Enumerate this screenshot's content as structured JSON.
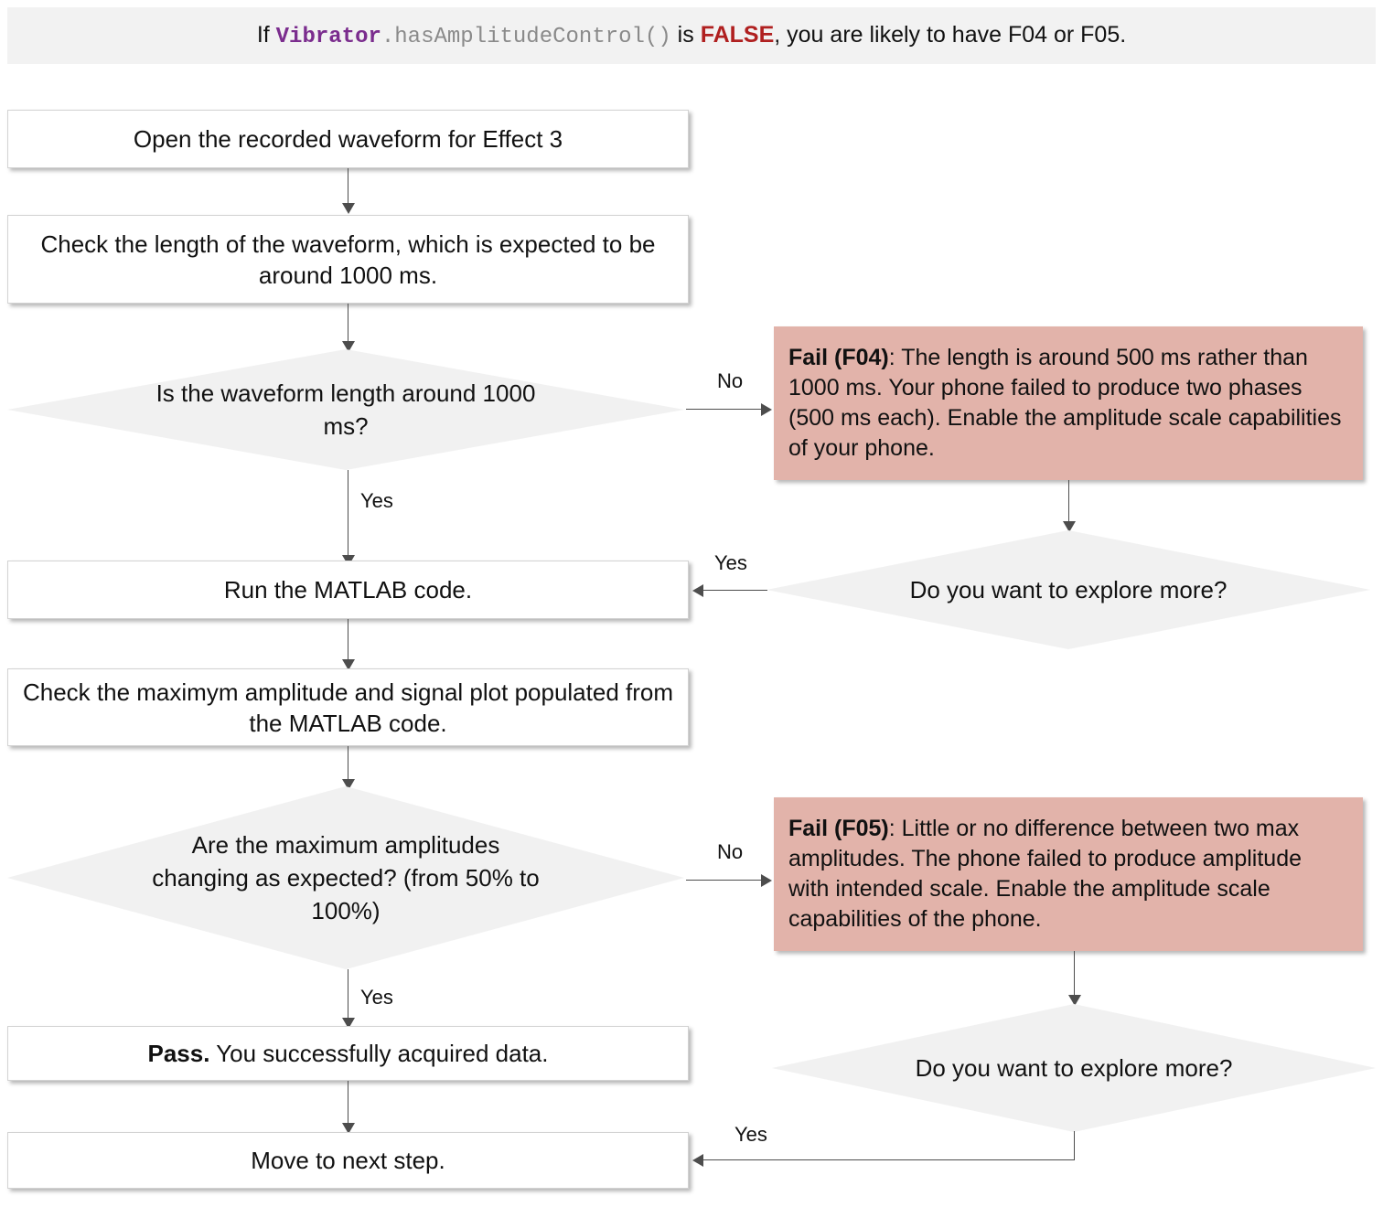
{
  "header": {
    "prefix": "If ",
    "class_name": "Vibrator",
    "method": ".hasAmplitudeControl()",
    "middle": " is ",
    "keyword": "FALSE",
    "suffix": ", you are likely to have F04 or F05."
  },
  "nodes": {
    "open_waveform": "Open the recorded waveform for Effect 3",
    "check_length": "Check the length of the waveform, which is expected to be around 1000 ms.",
    "decision_length": "Is the waveform length around 1000 ms?",
    "fail_f04_bold": "Fail (F04)",
    "fail_f04_text": ": The length is around 500 ms rather than 1000 ms. Your phone failed to produce two phases (500 ms each). Enable the amplitude scale capabilities of your phone.",
    "explore_more_1": "Do you want to explore more?",
    "run_matlab": "Run the MATLAB code.",
    "check_amplitude": "Check the maximym amplitude and signal plot populated from the MATLAB code.",
    "decision_amplitude": "Are the maximum amplitudes changing as expected? (from 50% to 100%)",
    "fail_f05_bold": "Fail (F05)",
    "fail_f05_text": ": Little or no difference between two max amplitudes. The phone failed to produce amplitude with intended scale. Enable the amplitude scale capabilities of the phone.",
    "explore_more_2": "Do you want to explore more?",
    "pass_bold": "Pass.",
    "pass_text": " You successfully acquired data.",
    "move_next": "Move to next step."
  },
  "edges": {
    "no_1": "No",
    "yes_1": "Yes",
    "yes_explore_1": "Yes",
    "no_2": "No",
    "yes_2": "Yes",
    "yes_explore_2": "Yes"
  },
  "colors": {
    "fail_background": "#e2b3aa",
    "decision_background": "#f1f1f1",
    "process_background": "#ffffff",
    "header_background": "#f2f2f2",
    "connector": "#4d4d4d",
    "keyword_false": "#b02020",
    "class_name": "#7b2d8e",
    "method": "#8a8a8a"
  }
}
